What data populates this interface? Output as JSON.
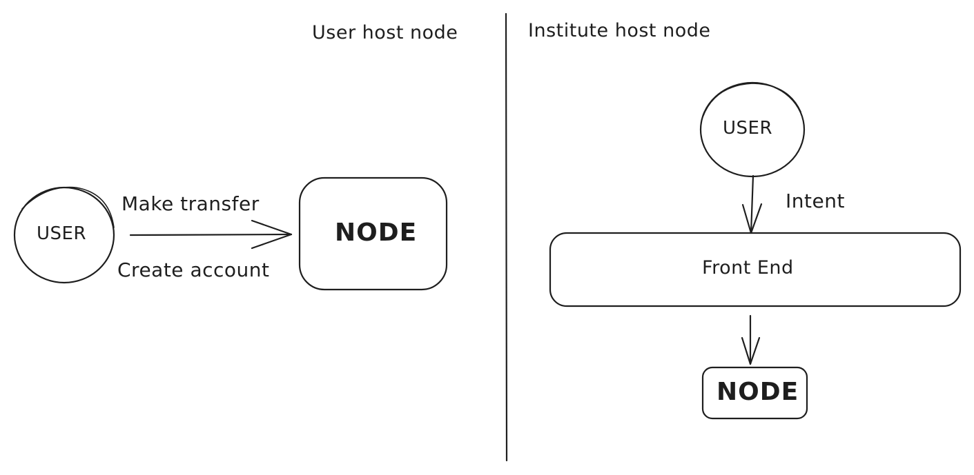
{
  "diagram": {
    "stroke_color": "#1e1e1e",
    "background": "#ffffff",
    "left_panel": {
      "title": "User host node",
      "actor_label": "USER",
      "edge_label_top": "Make transfer",
      "edge_label_bottom": "Create account",
      "target_label": "NODE"
    },
    "right_panel": {
      "title": "Institute host node",
      "actor_label": "USER",
      "edge_label": "Intent",
      "frontend_label": "Front End",
      "target_label": "NODE"
    }
  }
}
